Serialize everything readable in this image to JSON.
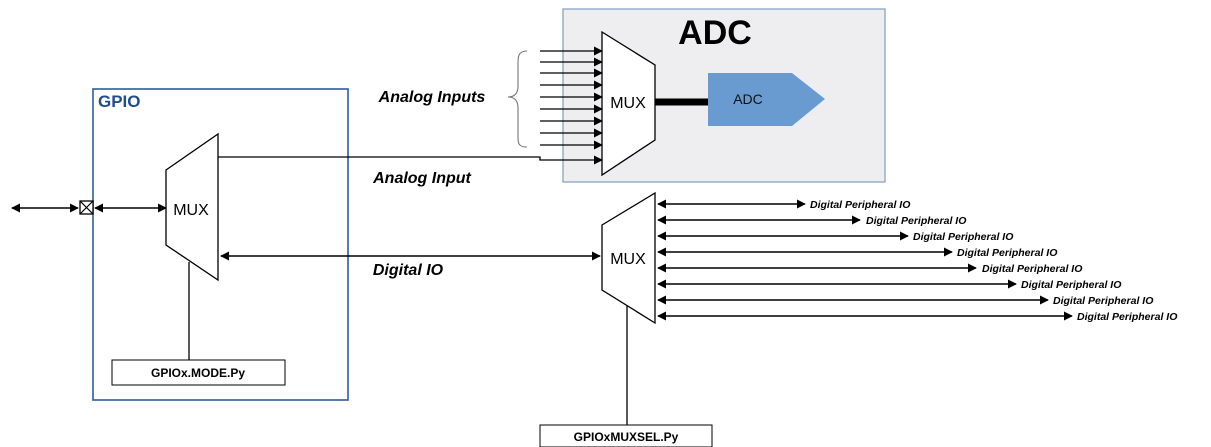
{
  "adc_block": {
    "title": "ADC",
    "mux_label": "MUX",
    "converter_label": "ADC"
  },
  "gpio_block": {
    "title": "GPIO",
    "mux_label": "MUX",
    "mode_register": "GPIOx.MODE.Py"
  },
  "digital_mux": {
    "label": "MUX",
    "select_register": "GPIOxMUXSEL.Py",
    "outputs": [
      "Digital Peripheral IO",
      "Digital Peripheral IO",
      "Digital Peripheral IO",
      "Digital Peripheral IO",
      "Digital Peripheral IO",
      "Digital Peripheral IO",
      "Digital Peripheral IO",
      "Digital Peripheral IO"
    ]
  },
  "signals": {
    "analog_inputs": "Analog Inputs",
    "analog_input": "Analog Input",
    "digital_io": "Digital IO"
  },
  "colors": {
    "gpio_border": "#2e5c9a",
    "gpio_title": "#1f4e8c",
    "adc_panel_fill": "#eeeef0",
    "adc_panel_border": "#7f9cc0",
    "adc_converter_fill": "#6a9bd0",
    "line": "#000000"
  }
}
